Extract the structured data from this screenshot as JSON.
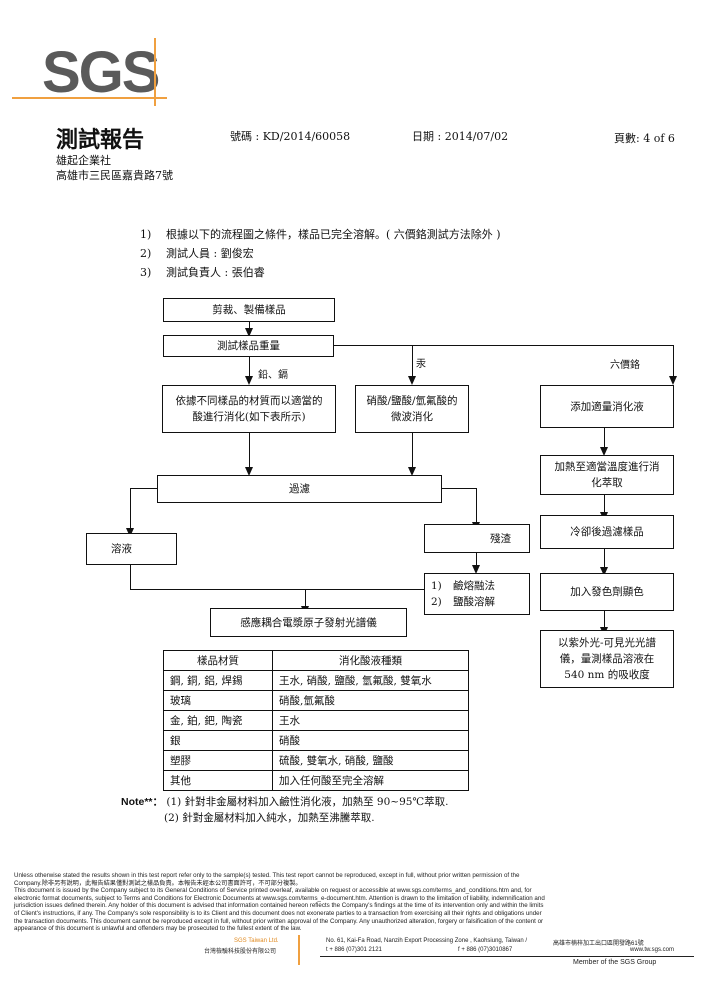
{
  "header": {
    "logo": "SGS",
    "title": "測試報告",
    "report_no_label": "號碼 :",
    "report_no": "KD/2014/60058",
    "date_label": "日期 :",
    "date": "2014/07/02",
    "page_label": "頁數:",
    "page": "4 of 6",
    "company": "雄起企業社",
    "address": "高雄市三民區嘉貴路7號"
  },
  "list": [
    {
      "num": "1)",
      "text": "根據以下的流程圖之條件，樣品已完全溶解。( 六價鉻測試方法除外 )"
    },
    {
      "num": "2)",
      "text": "測試人員 : 劉俊宏"
    },
    {
      "num": "3)",
      "text": "測試負責人 : 張伯睿"
    }
  ],
  "flow": {
    "cut": "剪裁、製備樣品",
    "weigh": "測試樣品重量",
    "label_pbcd": "鉛、鎘",
    "label_hg": "汞",
    "label_cr6": "六價鉻",
    "digest_line1": "依據不同樣品的材質而以適當的",
    "digest_line2": "酸進行消化(如下表所示)",
    "microwave_line1": "硝酸/鹽酸/氫氟酸的",
    "microwave_line2": "微波消化",
    "add_digest": "添加適量消化液",
    "heat_line1": "加熱至適當溫度進行消",
    "heat_line2": "化萃取",
    "filter": "過濾",
    "solution": "溶液",
    "residue": "殘渣",
    "cool": "冷卻後過濾樣品",
    "alkali_num": "1)",
    "alkali": "鹼熔融法",
    "hcl_num": "2)",
    "hcl": "鹽酸溶解",
    "color": "加入發色劑顯色",
    "icp": "感應耦合電漿原子發射光譜儀",
    "uv_line1": "以紫外光-可見光光譜",
    "uv_line2": "儀，量測樣品溶液在",
    "uv_line3": "540 nm 的吸收度"
  },
  "table": {
    "headers": [
      "樣品材質",
      "消化酸液種類"
    ],
    "rows": [
      [
        "鋼, 銅, 鋁, 焊錫",
        "王水, 硝酸, 鹽酸, 氫氟酸, 雙氧水"
      ],
      [
        "玻璃",
        "硝酸,氫氟酸"
      ],
      [
        "金, 鉑, 鈀, 陶瓷",
        "王水"
      ],
      [
        "銀",
        "硝酸"
      ],
      [
        "塑膠",
        "硫酸, 雙氧水, 硝酸, 鹽酸"
      ],
      [
        "其他",
        "加入任何酸至完全溶解"
      ]
    ]
  },
  "note": {
    "label": "Note**：",
    "item1": "(1) 針對非金屬材料加入鹼性消化液，加熱至 90~95℃萃取.",
    "item2": "(2) 針對金屬材料加入純水，加熱至沸騰萃取."
  },
  "footer": {
    "l1": "Unless otherwise stated the results shown in this test report refer only to the sample(s) tested. This test report cannot be reproduced, except in full, without prior written permission of the",
    "l2": "Company.除非另有說明，此報告結果僅對測試之樣品負責。本報告未經本公司書面許可，不可部分複製。",
    "l3": "This document is issued by the Company subject to its General Conditions of Service printed overleaf, available on request or accessible at www.sgs.com/terms_and_conditions.htm and, for",
    "l4": "electronic format documents, subject to Terms and Conditions for Electronic Documents at www.sgs.com/terms_e-document.htm. Attention is drawn to the limitation of liability, indemnification and",
    "l5": "jurisdiction issues defined therein. Any holder of this document is advised that information contained hereon reflects the Company's findings at the time of its intervention only and within the limits",
    "l6": "of Client's instructions, if any. The Company's sole responsibility is to its Client and this document does not exonerate parties to a transaction from exercising all their rights and obligations under",
    "l7": "the transaction documents. This document cannot be reproduced except in full, without prior written approval of the Company. Any unauthorized alteration, forgery or falsification of the content or",
    "l8": "appearance of this document is unlawful and offenders may be prosecuted to the fullest extent of the law.",
    "company_en": "SGS Taiwan Ltd.",
    "company_zh": "台灣檢驗科技股份有限公司",
    "address_en": "No. 61, Kai-Fa Road, Nanzih Export Processing Zone , Kaohsiung, Taiwan /",
    "address_zh": "高雄市楠梓加工出口區開發路61號",
    "tel": "t + 886 (07)301 2121",
    "fax": "f + 886 (07)3010867",
    "web": "www.tw.sgs.com",
    "member": "Member of the SGS Group"
  }
}
